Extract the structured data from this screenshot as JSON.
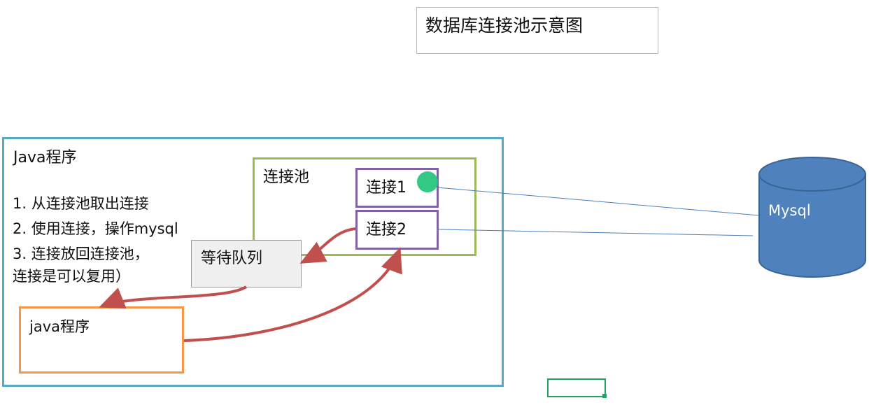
{
  "title": "数据库连接池示意图",
  "java_program": {
    "title": "Java程序",
    "steps": [
      "1. 从连接池取出连接",
      "2. 使用连接，操作mysql",
      "3. 连接放回连接池，",
      "连接是可以复用）"
    ]
  },
  "pool": {
    "label": "连接池",
    "connections": [
      "连接1",
      "连接2"
    ]
  },
  "wait_queue": {
    "label": "等待队列"
  },
  "java_program_2": {
    "label": "java程序"
  },
  "database": {
    "label": "Mysql"
  },
  "colors": {
    "outer_border": "#5aa9c2",
    "pool_border": "#9bbb59",
    "connection_border": "#8064a2",
    "java2_border": "#f79646",
    "arrow": "#c0504d",
    "db_fill": "#4f81bd",
    "db_stroke": "#3a6494",
    "marker": "#21c47a",
    "line": "#4a7ebb"
  }
}
